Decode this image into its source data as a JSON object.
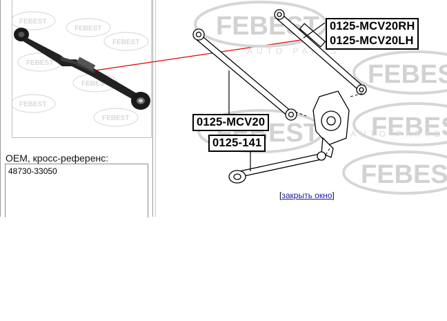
{
  "oem": {
    "label": "OEM, кросс-референс:",
    "value": "48730-33050"
  },
  "part_numbers": {
    "rh": "0125-MCV20RH",
    "lh": "0125-MCV20LH",
    "rod": "0125-MCV20",
    "link": "0125-141"
  },
  "watermark": {
    "brand": "FEBEST",
    "sub": "AUTO PARTS"
  },
  "close_link": {
    "open_bracket": "[",
    "label": "закрыть окно",
    "close_bracket": "]"
  },
  "colors": {
    "pointer_line": "#e00000",
    "frame_line": "#8a8a8a",
    "watermark": "#d8d8d8",
    "link": "#1a1aa6"
  }
}
